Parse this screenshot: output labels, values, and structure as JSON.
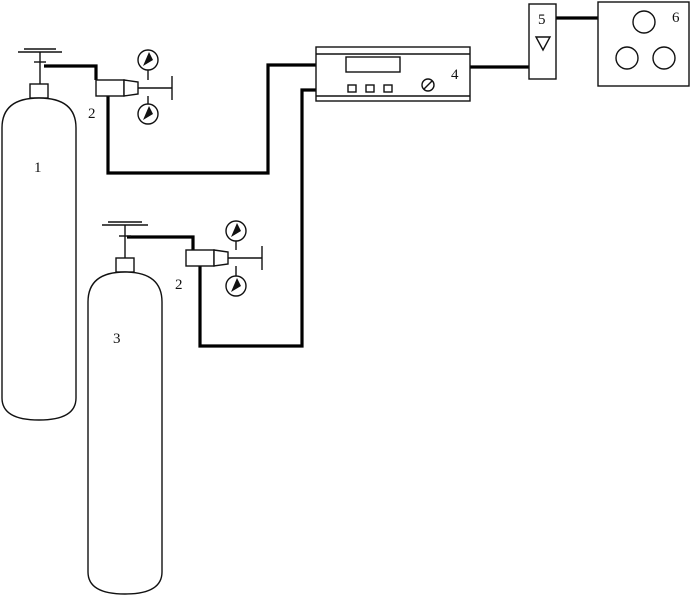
{
  "labels": {
    "cylinder_1": "1",
    "regulator_top": "2",
    "cylinder_3": "3",
    "regulator_bottom": "2",
    "mixer": "4",
    "flowmeter": "5",
    "chamber": "6"
  },
  "colors": {
    "line": "#111111",
    "pipe": "#000000",
    "background": "#ffffff"
  }
}
